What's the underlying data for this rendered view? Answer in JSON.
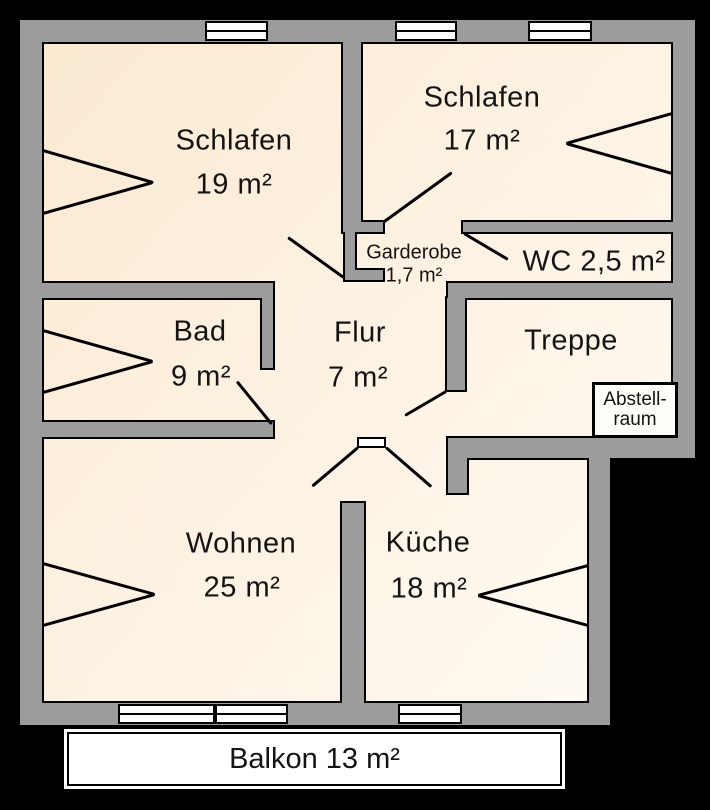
{
  "floorplan": {
    "rooms": {
      "schlafen19": {
        "name": "Schlafen",
        "area": "19 m²"
      },
      "schlafen17": {
        "name": "Schlafen",
        "area": "17 m²"
      },
      "garderobe": {
        "name": "Garderobe",
        "area": "1,7 m²"
      },
      "wc": {
        "label": "WC 2,5 m²"
      },
      "bad": {
        "name": "Bad",
        "area": "9 m²"
      },
      "flur": {
        "name": "Flur",
        "area": "7 m²"
      },
      "treppe": {
        "name": "Treppe"
      },
      "abstellraum": {
        "line1": "Abstell-",
        "line2": "raum"
      },
      "wohnen": {
        "name": "Wohnen",
        "area": "25 m²"
      },
      "kueche": {
        "name": "Küche",
        "area": "18 m²"
      },
      "balkon": {
        "label": "Balkon 13 m²"
      }
    },
    "colors": {
      "background": "#000000",
      "wall": "#9c9c9c",
      "wall_outline": "#000000",
      "floor_warm": "#fbe8cf",
      "floor_light": "#fffdf8",
      "room_box": "#ffffff"
    }
  }
}
